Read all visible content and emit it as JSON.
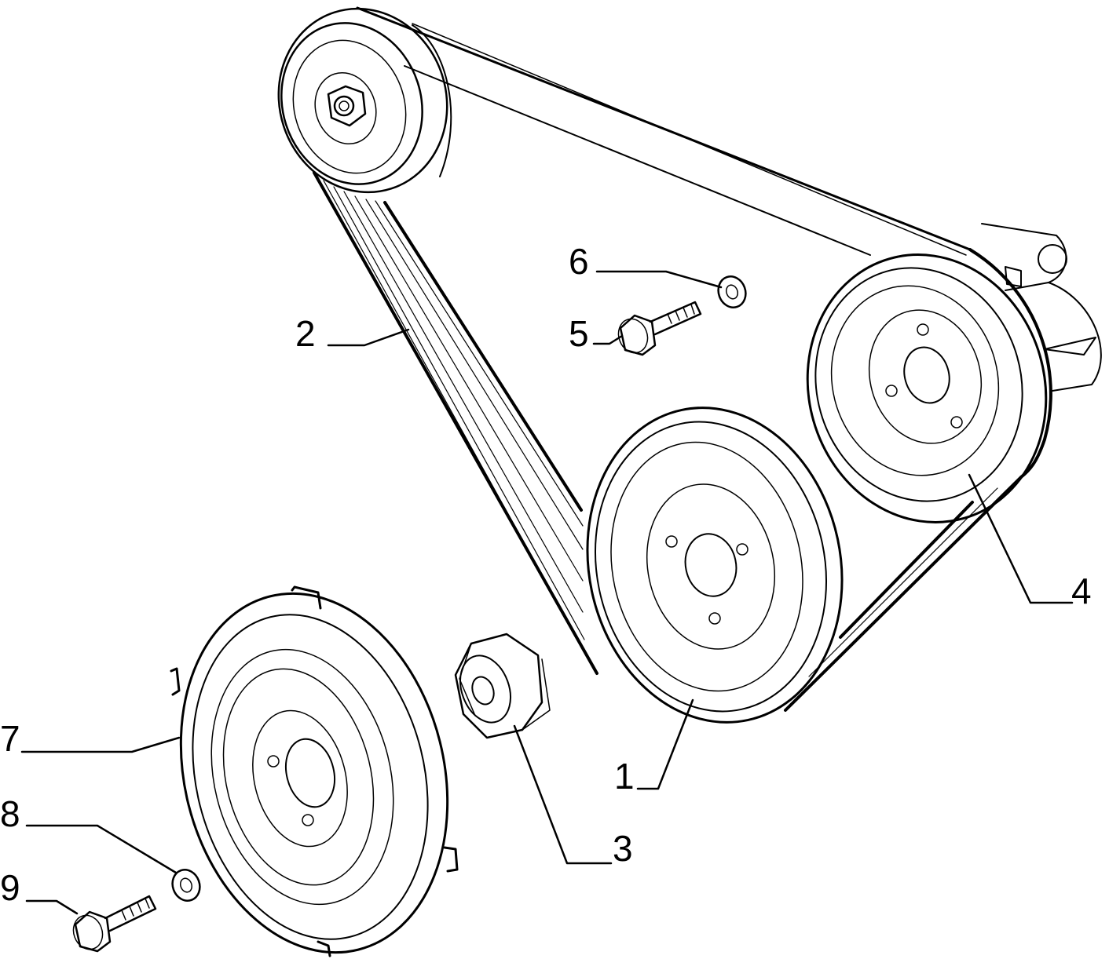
{
  "diagram": {
    "callouts": [
      {
        "id": "1",
        "label": "1"
      },
      {
        "id": "2",
        "label": "2"
      },
      {
        "id": "3",
        "label": "3"
      },
      {
        "id": "4",
        "label": "4"
      },
      {
        "id": "5",
        "label": "5"
      },
      {
        "id": "6",
        "label": "6"
      },
      {
        "id": "7",
        "label": "7"
      },
      {
        "id": "8",
        "label": "8"
      },
      {
        "id": "9",
        "label": "9"
      }
    ],
    "line_color": "#000000",
    "background": "#ffffff"
  }
}
